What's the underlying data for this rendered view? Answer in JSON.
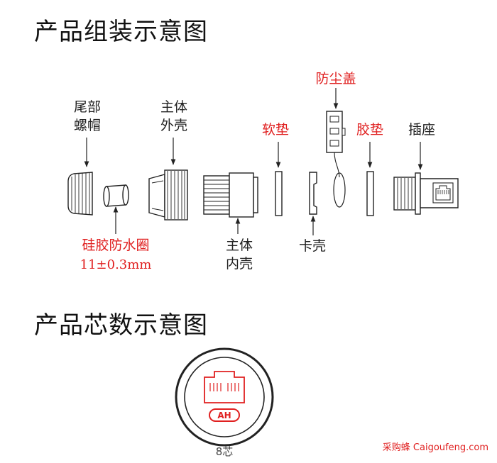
{
  "headings": {
    "assembly": "产品组装示意图",
    "cores": "产品芯数示意图"
  },
  "parts": {
    "tail_nut": [
      "尾部",
      "螺帽"
    ],
    "outer_shell": [
      "主体",
      "外壳"
    ],
    "soft_pad": "软垫",
    "dust_cap": "防尘盖",
    "rubber_pad": "胶垫",
    "socket": "插座",
    "seal_ring": "硅胶防水圈",
    "seal_ring_size": "11±0.3mm",
    "inner_shell": [
      "主体",
      "内壳"
    ],
    "clip_shell": "卡壳"
  },
  "core_diagram": {
    "badge": "AH",
    "caption": "8芯"
  },
  "watermark": "采购蜂 Caigoufeng.com",
  "colors": {
    "accent_red": "#e02020",
    "line": "#222222"
  }
}
